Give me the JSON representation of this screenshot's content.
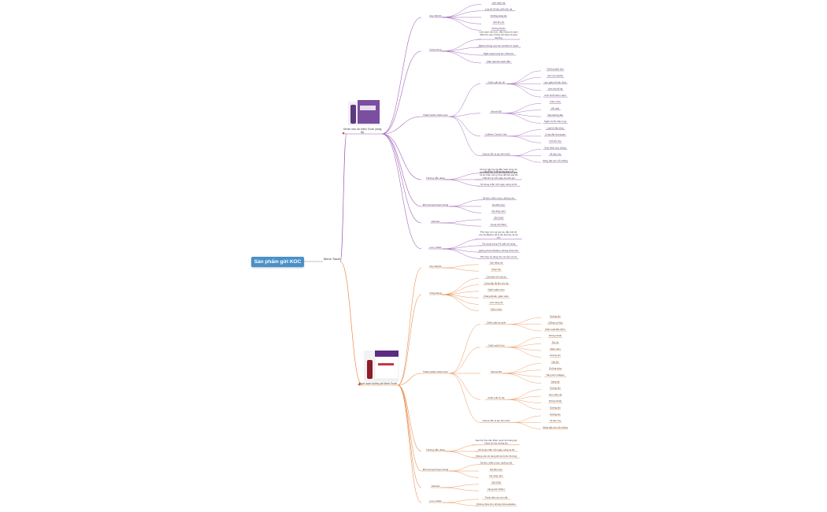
{
  "root": {
    "title": "Sản phẩm gửi KOC"
  },
  "level1": {
    "label": "Mens Touch"
  },
  "colors": {
    "root": "#4a90c8",
    "top_branch": "#9b59b6",
    "bottom_branch": "#e8894a",
    "text": "#444444"
  },
  "products": [
    {
      "label": "Serum mọc tóc Mens Touch (dạng xịt)",
      "thumbnail": "product-box-purple",
      "groups": [
        {
          "label": "Key Words",
          "children": [
            {
              "label": "Làm sạch da"
            },
            {
              "label": "Loại bỏ tế bào chết trên da"
            },
            {
              "label": "Dưỡng sáng da"
            },
            {
              "label": "Giữ ẩm da"
            },
            {
              "label": "Không khuẩn"
            }
          ]
        },
        {
          "label": "Công dụng",
          "children": [
            {
              "label": "Làm sạch sâu hơn, đầy thông và sạch nhất hơn sau những sản tảng về gàu/ thường"
            },
            {
              "label": "Nhanh chóng mọc tóc và kiểm trì mạnh"
            },
            {
              "label": "Ngăn ngừa rụng tóc, chân tóc"
            },
            {
              "label": "Hiệu quả làm sạch dầu"
            }
          ]
        },
        {
          "label": "Thành phần chiến lược",
          "children": [
            {
              "label": "Chiết xuất tảo đỏ",
              "children": [
                {
                  "label": "Dưỡng sạch sâu"
                },
                {
                  "label": "Làm mịn da/nền"
                },
                {
                  "label": "Làm giảm kẽ bẩn nhờn"
                },
                {
                  "label": "Làm mịn kẽ da"
                },
                {
                  "label": "Kích thích khỏe mạnh"
                }
              ]
            },
            {
              "label": "Vitamin B5",
              "children": [
                {
                  "label": "Kiểm chùa"
                },
                {
                  "label": "Vết rạch"
                },
                {
                  "label": "Cấp dưỡng dầu"
                },
                {
                  "label": "Ngăn nở đổ chân rụng"
                }
              ]
            },
            {
              "label": "Caffeine Canola Care",
              "children": [
                {
                  "label": "Loại bỏ dầu thừa"
                },
                {
                  "label": "Cung cấp lượng gas"
                },
                {
                  "label": "Chỗ ẩm nhẹ"
                }
              ]
            },
            {
              "label": "Vitamin B5 và tạo tiền khỏe",
              "children": [
                {
                  "label": "Kích thích mọc chùng"
                },
                {
                  "label": "Vệ bảo nhẹ"
                },
                {
                  "label": "Nâng cấp sức mở dưỡng"
                }
              ]
            }
          ]
        },
        {
          "label": "Hướng dẫn dùng",
          "children": [
            {
              "label": "Lắc đều mỗi lần dùng trước xịt"
            },
            {
              "label": "Xịt trực tiếp lên da đầu hoặc vùng tóc cần nhiều lần, mỗi lần khoảng 20 giây và sẽ nhận nổi sự thay đổi kết quả tốt nhất khi xịt mỗi ngày sau khi gội"
            },
            {
              "label": "Sử dụng 2 lần mỗi ngày, sáng và tối"
            }
          ]
        },
        {
          "label": "Đối tượng khuyên dùng",
          "children": [
            {
              "label": "Da khô, thiếu nước, dưỡng nhẹ"
            },
            {
              "label": "Da dầu mụn"
            },
            {
              "label": "Da nhạy cảm"
            }
          ]
        },
        {
          "label": "Giá bán",
          "children": [
            {
              "label": "350.000đ"
            },
            {
              "label": "Dung tích 50ml"
            }
          ]
        },
        {
          "label": "Lưu ý khác",
          "children": [
            {
              "label": "Phù hợp với mọi loại da, đặc biệt tốt cho da đầu/tóc dễ bị tổn thương và tóc yếu"
            },
            {
              "label": "Tác dụng trong 4-6 tuần sử dụng"
            },
            {
              "label": "Không chứa Paraben, không chứa cồn"
            },
            {
              "label": "Phù hợp sử dụng cho cả nam và nữ"
            }
          ]
        }
      ]
    },
    {
      "label": "Nước sạch dưỡng da Mens Touch",
      "thumbnail": "product-box-red",
      "groups": [
        {
          "label": "Key Words",
          "children": [
            {
              "label": "Cân bằng da"
            },
            {
              "label": "Phục hồi"
            }
          ]
        },
        {
          "label": "Công dụng",
          "children": [
            {
              "label": "Cải thiện bề mặt da"
            },
            {
              "label": "Cung cấp độ ẩm cho da"
            },
            {
              "label": "Ngăn ngừa mụn"
            },
            {
              "label": "Kháng khuẩn, giảm viêm"
            },
            {
              "label": "Làm sáng da"
            },
            {
              "label": "Giảm nhờn"
            }
          ]
        },
        {
          "label": "Thành phần chiến lược",
          "children": [
            {
              "label": "Chiết xuất trà xanh",
              "children": [
                {
                  "label": "Dưỡng ẩm"
                },
                {
                  "label": "Chống oxi hóa"
                },
                {
                  "label": "Kiểm soát dầu nhờn"
                }
              ]
            },
            {
              "label": "Chiết xuất lô hội",
              "children": [
                {
                  "label": "Kháng khuẩn"
                },
                {
                  "label": "Dịu da"
                },
                {
                  "label": "Giảm viêm"
                },
                {
                  "label": "Dưỡng ẩm"
                }
              ]
            },
            {
              "label": "Vitamin B3",
              "children": [
                {
                  "label": "Cấp ẩm"
                },
                {
                  "label": "Dưỡng sáng"
                },
                {
                  "label": "Tăng sinh collagen"
                },
                {
                  "label": "Sáng da"
                }
              ]
            },
            {
              "label": "Chiết xuất rễ cây",
              "children": [
                {
                  "label": "Dưỡng ẩm"
                },
                {
                  "label": "Làm mềm da"
                },
                {
                  "label": "Kháng khuẩn"
                },
                {
                  "label": "Dưỡng ẩm"
                }
              ]
            },
            {
              "label": "Vitamin B5 và tạo tiền khỏe",
              "children": [
                {
                  "label": "Dưỡng ẩm"
                },
                {
                  "label": "Vệ bảo nhẹ"
                },
                {
                  "label": "Nâng cấp sức mở dưỡng"
                }
              ]
            }
          ]
        },
        {
          "label": "Hướng dẫn dùng",
          "children": [
            {
              "label": "Sau khi rửa mặt, thấm nước lên bông tẩy trang và nhẹ nhàng lau"
            },
            {
              "label": "Sử dụng 2 lần mỗi ngày, sáng và tối"
            },
            {
              "label": "Không nên sử dụng khi da bị tổn thương"
            }
          ]
        },
        {
          "label": "Đối tượng khuyên dùng",
          "children": [
            {
              "label": "Da khô, thiếu nước, dưỡng nhẹ"
            },
            {
              "label": "Da dầu mụn"
            },
            {
              "label": "Da nhạy cảm"
            }
          ]
        },
        {
          "label": "Giá bán",
          "children": [
            {
              "label": "250.000đ"
            },
            {
              "label": "Dung tích 150ml"
            }
          ]
        },
        {
          "label": "Lưu ý khác",
          "children": [
            {
              "label": "Tránh tiếp xúc với mắt"
            },
            {
              "label": "Không chứa cồn, không chứa paraben"
            }
          ]
        }
      ]
    }
  ]
}
